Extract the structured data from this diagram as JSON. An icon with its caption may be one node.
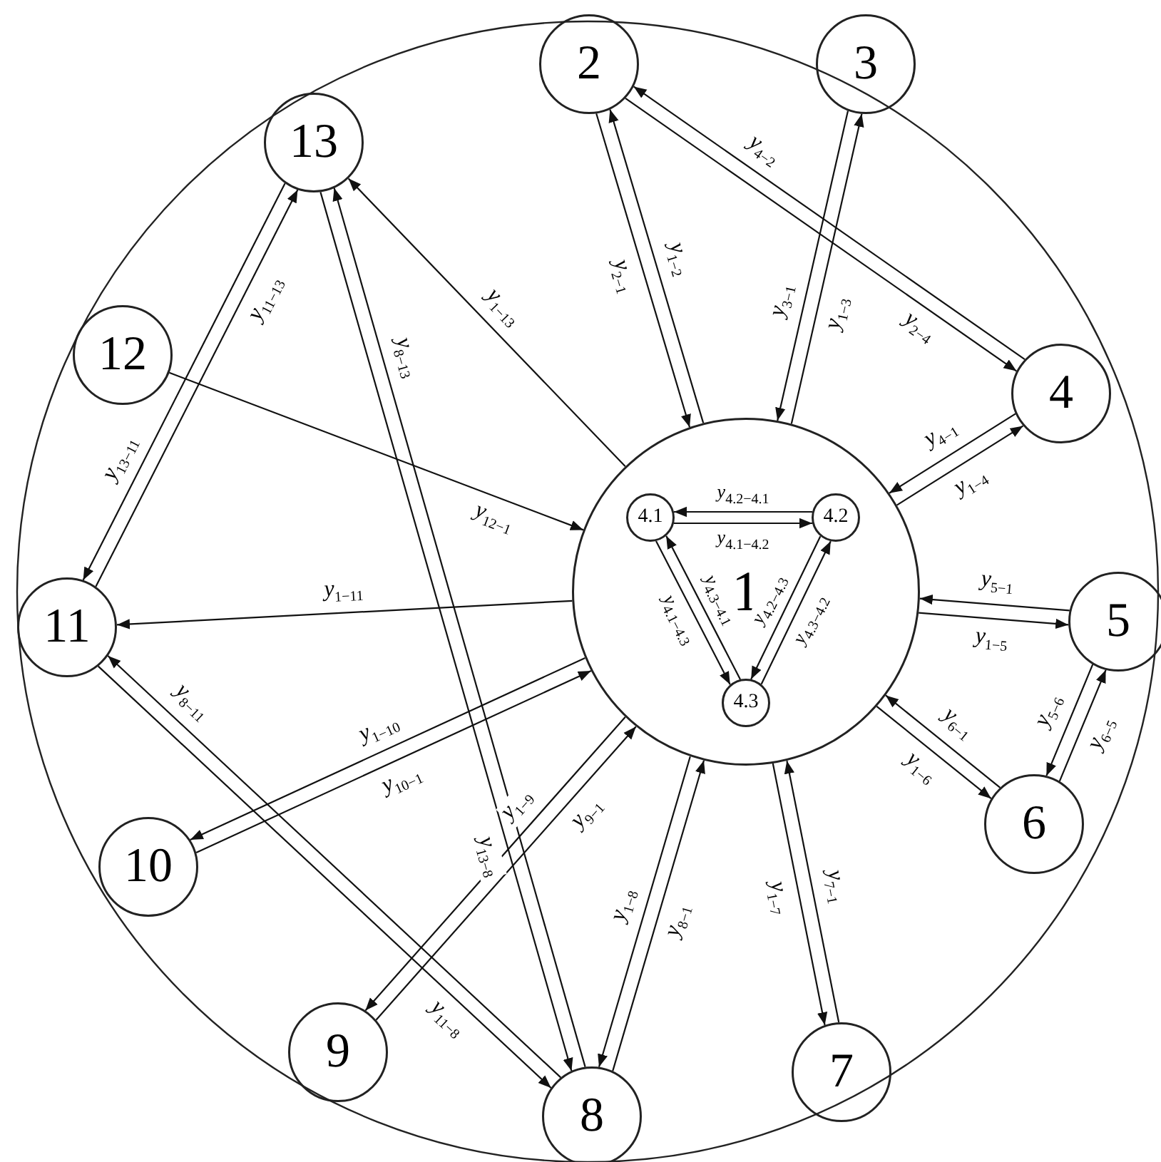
{
  "diagram": {
    "nodes": [
      {
        "text": [
          "1"
        ]
      },
      {
        "text": [
          "4.1"
        ],
        "in": 0
      },
      {
        "text": [
          "4.2"
        ],
        "in": 0
      },
      {
        "text": [
          "4.3"
        ],
        "in": 0
      },
      {
        "text": [
          "2"
        ]
      },
      {
        "text": [
          "3"
        ]
      },
      {
        "text": [
          "4"
        ]
      },
      {
        "text": [
          "5"
        ]
      },
      {
        "text": [
          "6"
        ]
      },
      {
        "text": [
          "7"
        ]
      },
      {
        "text": [
          "8"
        ]
      },
      {
        "text": [
          "9"
        ]
      },
      {
        "text": [
          "10"
        ]
      },
      {
        "text": [
          "11"
        ]
      },
      {
        "text": [
          "12"
        ]
      },
      {
        "text": [
          "13"
        ]
      }
    ],
    "edges": [
      {
        "from": 0,
        "to": 4,
        "arrow": "to",
        "label": "y$_{1−2}$"
      },
      {
        "from": 4,
        "to": 0,
        "arrow": "to",
        "label": "y$_{2−1}$"
      },
      {
        "from": 0,
        "to": 5,
        "arrow": "to",
        "label": "y$_{1−3}$"
      },
      {
        "from": 5,
        "to": 0,
        "arrow": "to",
        "label": "y$_{3−1}$"
      },
      {
        "from": 4,
        "to": 6,
        "arrow": "to",
        "label": "y$_{2−4}$"
      },
      {
        "from": 6,
        "to": 4,
        "arrow": "to",
        "label": "y$_{4−2}$"
      },
      {
        "from": 0,
        "to": 6,
        "arrow": "to",
        "label": "y$_{1−4}$"
      },
      {
        "from": 6,
        "to": 0,
        "arrow": "to",
        "label": "y$_{4−1}$"
      },
      {
        "from": 0,
        "to": 7,
        "arrow": "to",
        "label": "y$_{1−5}$"
      },
      {
        "from": 7,
        "to": 0,
        "arrow": "to",
        "label": "y$_{5−1}$"
      },
      {
        "from": 7,
        "to": 8,
        "arrow": "to",
        "label": "y$_{5−6}$"
      },
      {
        "from": 8,
        "to": 7,
        "arrow": "to",
        "label": "y$_{6−5}$"
      },
      {
        "from": 0,
        "to": 8,
        "arrow": "to",
        "label": "y$_{1−6}$"
      },
      {
        "from": 8,
        "to": 0,
        "arrow": "to",
        "label": "y$_{6−1}$"
      },
      {
        "from": 0,
        "to": 9,
        "arrow": "to",
        "label": "y$_{1−7}$"
      },
      {
        "from": 9,
        "to": 0,
        "arrow": "to",
        "label": "y$_{7−1}$"
      },
      {
        "from": 0,
        "to": 10,
        "arrow": "to",
        "label": "y$_{1−8}$"
      },
      {
        "from": 10,
        "to": 0,
        "arrow": "to",
        "label": "y$_{8−1}$"
      },
      {
        "from": 0,
        "to": 11,
        "arrow": "to",
        "label": "y$_{1−9}$"
      },
      {
        "from": 11,
        "to": 0,
        "arrow": "to",
        "label": "y$_{9−1}$"
      },
      {
        "from": 0,
        "to": 12,
        "arrow": "to",
        "label": "y$_{1−10}$"
      },
      {
        "from": 12,
        "to": 0,
        "arrow": "to",
        "label": "y$_{10−1}$"
      },
      {
        "from": 0,
        "to": 13,
        "arrow": "to",
        "label": "y$_{1−11}$"
      },
      {
        "from": 14,
        "to": 0,
        "arrow": "to",
        "label": "y$_{12−1}$"
      },
      {
        "from": 0,
        "to": 15,
        "arrow": "to",
        "label": "y$_{1−13}$"
      },
      {
        "from": 13,
        "to": 15,
        "arrow": "to",
        "label": "y$_{11−13}$"
      },
      {
        "from": 15,
        "to": 13,
        "arrow": "to",
        "label": "y$_{13−11}$"
      },
      {
        "from": 10,
        "to": 15,
        "arrow": "to",
        "label": "y$_{8−13}$"
      },
      {
        "from": 15,
        "to": 10,
        "arrow": "to",
        "label": "y$_{13−8}$"
      },
      {
        "from": 10,
        "to": 13,
        "arrow": "to",
        "label": "y$_{8−11}$"
      },
      {
        "from": 13,
        "to": 10,
        "arrow": "to",
        "label": "y$_{11−8}$"
      },
      {
        "from": 1,
        "to": 2,
        "arrow": "to",
        "label": "y$_{4.1−4.2}$"
      },
      {
        "from": 2,
        "to": 1,
        "arrow": "to",
        "label": "y$_{4.2−4.1}$"
      },
      {
        "from": 1,
        "to": 3,
        "arrow": "to",
        "label": "y$_{4.1−4.3}$"
      },
      {
        "from": 3,
        "to": 1,
        "arrow": "to",
        "label": "y$_{4.3−4.1}$"
      },
      {
        "from": 2,
        "to": 3,
        "arrow": "to",
        "label": "y$_{4.2−4.3}$"
      },
      {
        "from": 3,
        "to": 2,
        "arrow": "to",
        "label": "y$_{4.3−4.2}$"
      }
    ]
  }
}
